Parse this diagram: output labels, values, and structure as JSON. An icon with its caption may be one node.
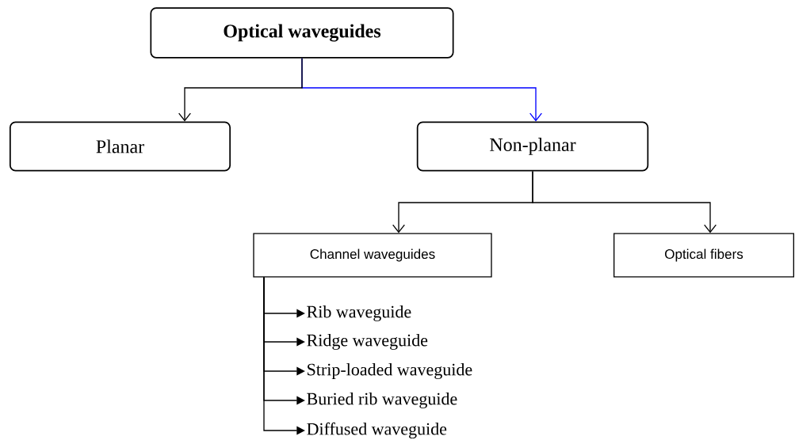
{
  "diagram": {
    "nodes": [
      {
        "text": [
          "Optical waveguides"
        ]
      },
      {
        "text": [
          "Planar"
        ]
      },
      {
        "text": [
          "Non-planar"
        ]
      },
      {
        "text": [
          "Channel waveguides"
        ]
      },
      {
        "text": [
          "Optical fibers"
        ]
      },
      {
        "text": [
          "Rib waveguide"
        ]
      },
      {
        "text": [
          "Ridge waveguide"
        ]
      },
      {
        "text": [
          "Strip-loaded waveguide"
        ]
      },
      {
        "text": [
          "Buried rib waveguide"
        ]
      },
      {
        "text": [
          "Diffused waveguide"
        ]
      }
    ],
    "edges": [
      {
        "from": 0,
        "to": 1,
        "arrow": "to"
      },
      {
        "from": 0,
        "to": 2,
        "arrow": "to",
        "color": "#0000ff"
      },
      {
        "from": 2,
        "to": 3,
        "arrow": "to"
      },
      {
        "from": 2,
        "to": 4,
        "arrow": "to"
      },
      {
        "from": 3,
        "to": 5,
        "arrow": "to"
      },
      {
        "from": 3,
        "to": 6,
        "arrow": "to"
      },
      {
        "from": 3,
        "to": 7,
        "arrow": "to"
      },
      {
        "from": 3,
        "to": 8,
        "arrow": "to"
      },
      {
        "from": 3,
        "to": 9,
        "arrow": "to"
      }
    ]
  }
}
